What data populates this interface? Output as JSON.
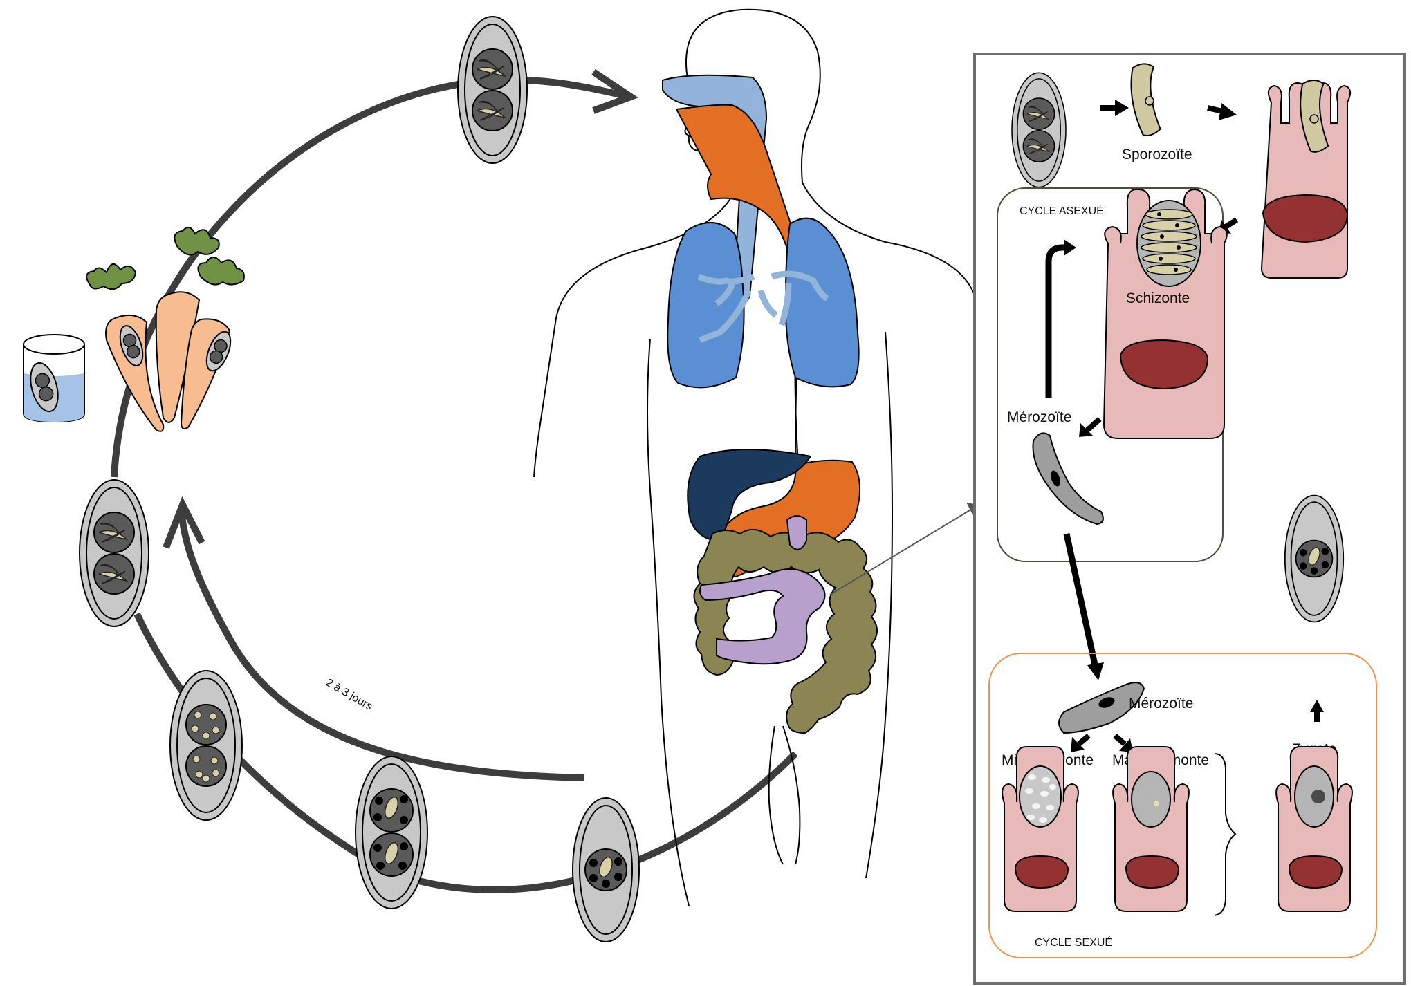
{
  "labels": {
    "sporozoite": "Sporozoïte",
    "schizonte": "Schizonte",
    "merozoite_asexual": "Mérozoïte",
    "merozoite_sexual": "Mérozoïte",
    "microgamonte": "Microgamonte",
    "macrogamonte": "Macrogamonte",
    "zygote": "Zygote",
    "cycle_asexue": "CYCLE ASEXUÉ",
    "cycle_sexue": "CYCLE SEXUÉ",
    "duration": "2 à 3 jours"
  },
  "colors": {
    "cycle_arrow": "#3d3d3d",
    "oocyst_wall": "#c8c8c8",
    "sporocyst": "#5a5a5a",
    "sporozoite": "#cfc8a0",
    "host_cell": "#e8b9b9",
    "nucleus": "#943232",
    "airway": "#92b4da",
    "lung": "#5b8fd3",
    "esophagus": "#e36f25",
    "liver": "#1c3a5e",
    "colon": "#8a8552",
    "small_intestine": "#b8a0cc",
    "carrot": "#f7bd91",
    "carrot_leaf": "#6f9245",
    "water": "#a4c3e6",
    "asexual_frame": "#4d4d3a",
    "sexual_frame": "#f0944c"
  }
}
